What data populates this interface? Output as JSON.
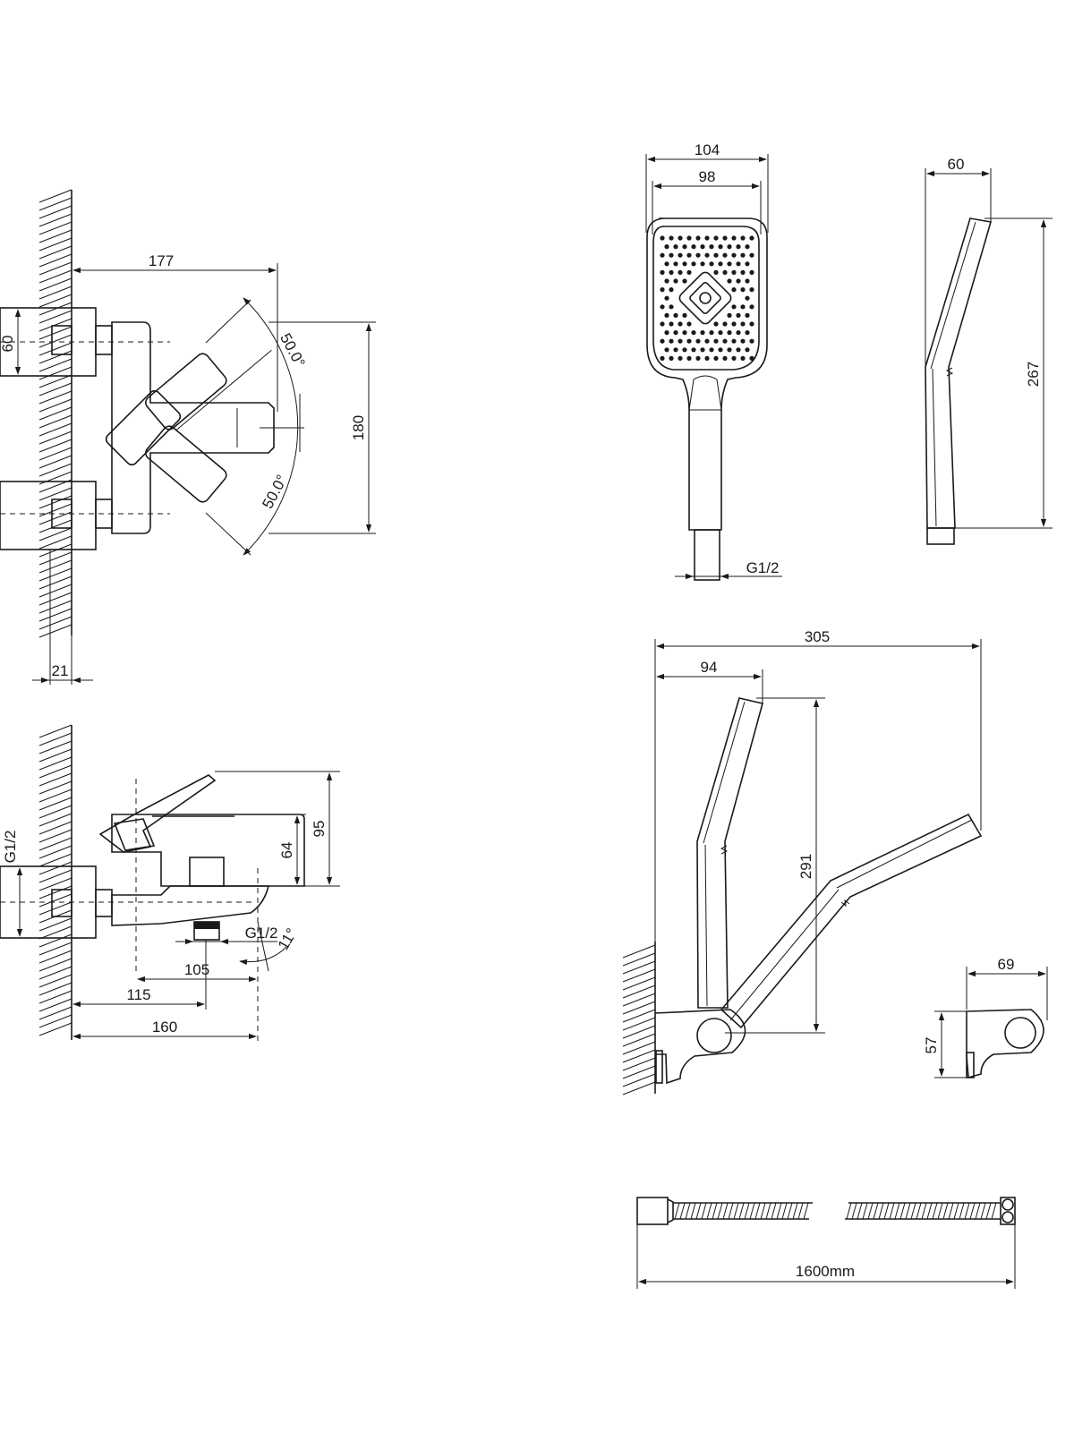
{
  "drawing": {
    "stroke_color": "#1a1a1a",
    "background": "#ffffff",
    "top_mixer": {
      "d_177": "177",
      "d_60": "60",
      "d_180": "180",
      "d_21": "21",
      "angle_top": "50.0°",
      "angle_bottom": "50.0°"
    },
    "side_mixer": {
      "d_g12_left": "G1/2",
      "d_64": "64",
      "d_95": "95",
      "d_g12_outlet": "G1/2",
      "angle": "11°",
      "d_105": "105",
      "d_115": "115",
      "d_160": "160"
    },
    "hand_shower_front": {
      "d_104": "104",
      "d_98": "98",
      "d_g12": "G1/2"
    },
    "hand_shower_side": {
      "d_60": "60",
      "d_267": "267"
    },
    "shower_holder": {
      "d_305": "305",
      "d_94": "94",
      "d_291": "291"
    },
    "holder_detail": {
      "d_69": "69",
      "d_57": "57"
    },
    "hose": {
      "length": "1600mm"
    }
  }
}
